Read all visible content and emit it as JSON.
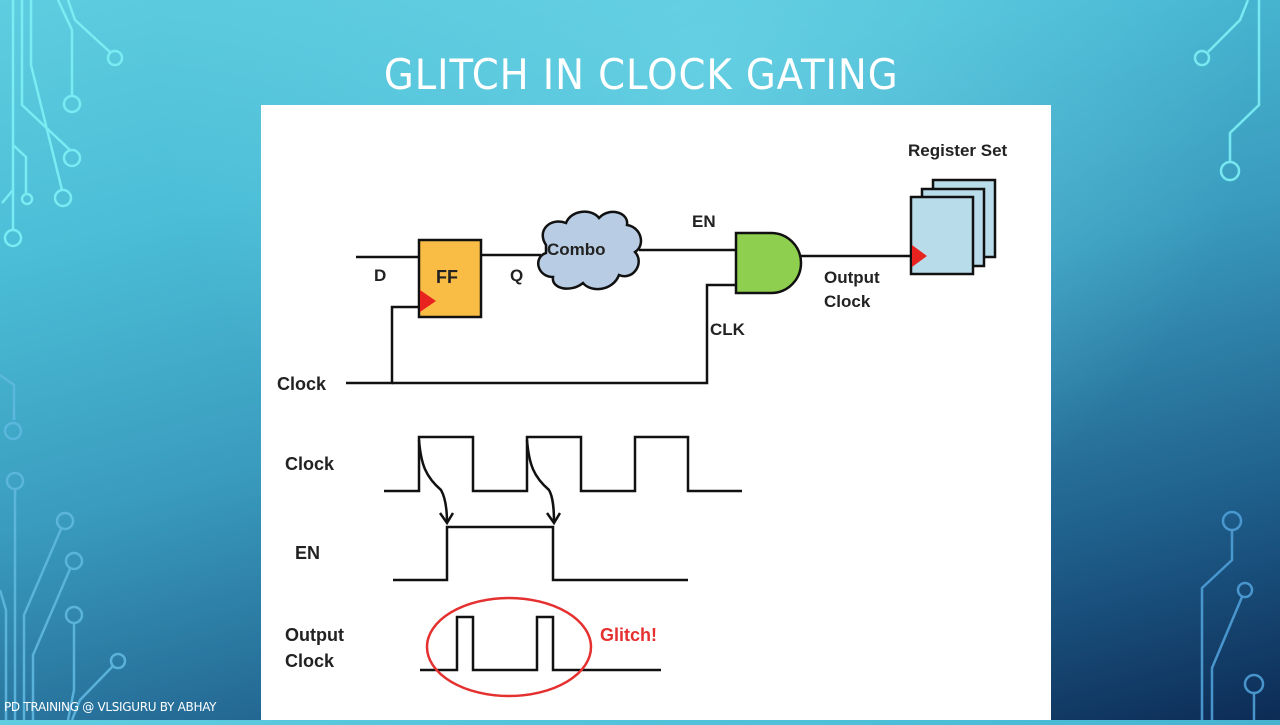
{
  "slide": {
    "title": "GLITCH IN CLOCK GATING",
    "footer": "PD TRAINING @ VLSIGURU BY ABHAY"
  },
  "colors": {
    "flip_flop_fill": "#f9bd45",
    "combo_fill": "#b8cde4",
    "and_gate_fill": "#8fcf4f",
    "register_fill": "#b9dcea",
    "clock_marker": "#e8231f",
    "glitch_accent": "#e53030"
  },
  "circuit": {
    "d_label": "D",
    "ff_label": "FF",
    "q_label": "Q",
    "combo_label": "Combo",
    "en_label": "EN",
    "clk_label": "CLK",
    "output_label_line1": "Output",
    "output_label_line2": "Clock",
    "register_label": "Register Set",
    "clock_label": "Clock"
  },
  "waveforms": {
    "clock_label": "Clock",
    "en_label": "EN",
    "output_label_line1": "Output",
    "output_label_line2": "Clock",
    "glitch_label": "Glitch!"
  }
}
